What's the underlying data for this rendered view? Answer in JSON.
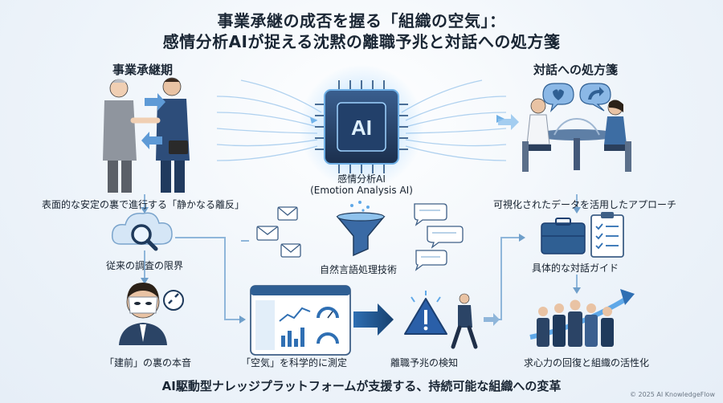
{
  "title_line1": "事業承継の成否を握る「組織の空気」：",
  "title_line2": "感情分析AIが捉える沈黙の離職予兆と対話への処方箋",
  "left_header": "事業承継期",
  "right_header": "対話への処方箋",
  "chip_text": "AI",
  "ai_label_line1": "感情分析AI",
  "ai_label_line2": "(Emotion Analysis AI)",
  "labels": {
    "silent_revolt": "表面的な安定の裏で進行する「静かなる離反」",
    "survey_limits": "従来の調査の限界",
    "tatemae": "「建前」の裏の本音",
    "nlp": "自然言語処理技術",
    "measure": "「空気」を科学的に測定",
    "detect": "離職予兆の検知",
    "visualized": "可視化されたデータを活用したアプローチ",
    "guide": "具体的な対話ガイド",
    "revitalize": "求心力の回復と組織の活性化"
  },
  "footer": "AI駆動型ナレッジプラットフォームが支援する、持続可能な組織への変革",
  "copyright": "© 2025 AI KnowledgeFlow",
  "colors": {
    "accent": "#2f6fb3",
    "dark_navy": "#1f3a5c",
    "light_blue": "#8fc2ec",
    "warning": "#2a5fa8"
  },
  "icons": [
    "handshake-icon",
    "chip-icon",
    "meeting-icon",
    "cloud-search-icon",
    "email-icon",
    "funnel-icon",
    "speech-bubble-icon",
    "briefcase-icon",
    "clipboard-icon",
    "masked-person-icon",
    "dashboard-icon",
    "warning-icon",
    "walking-person-icon",
    "team-growth-icon"
  ]
}
